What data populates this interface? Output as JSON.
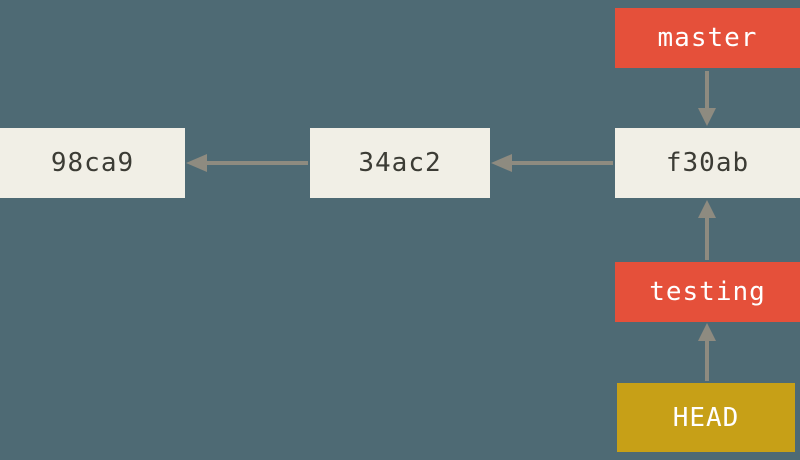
{
  "commits": [
    {
      "label": "98ca9"
    },
    {
      "label": "34ac2"
    },
    {
      "label": "f30ab"
    }
  ],
  "branches": [
    {
      "label": "master",
      "points_to": "f30ab"
    },
    {
      "label": "testing",
      "points_to": "f30ab"
    }
  ],
  "head": {
    "label": "HEAD",
    "points_to": "testing"
  },
  "edges": [
    {
      "from": "34ac2",
      "to": "98ca9",
      "type": "parent"
    },
    {
      "from": "f30ab",
      "to": "34ac2",
      "type": "parent"
    },
    {
      "from": "master",
      "to": "f30ab",
      "type": "ref"
    },
    {
      "from": "testing",
      "to": "f30ab",
      "type": "ref"
    },
    {
      "from": "HEAD",
      "to": "testing",
      "type": "ref"
    }
  ],
  "colors": {
    "canvas-bg": "#4e6a74",
    "commit-bg": "#f1efe6",
    "commit-text": "#3c3c35",
    "branch-bg": "#e5503a",
    "head-bg": "#c7a017",
    "label-text": "#ffffff",
    "arrow-color": "#8e8b80"
  }
}
